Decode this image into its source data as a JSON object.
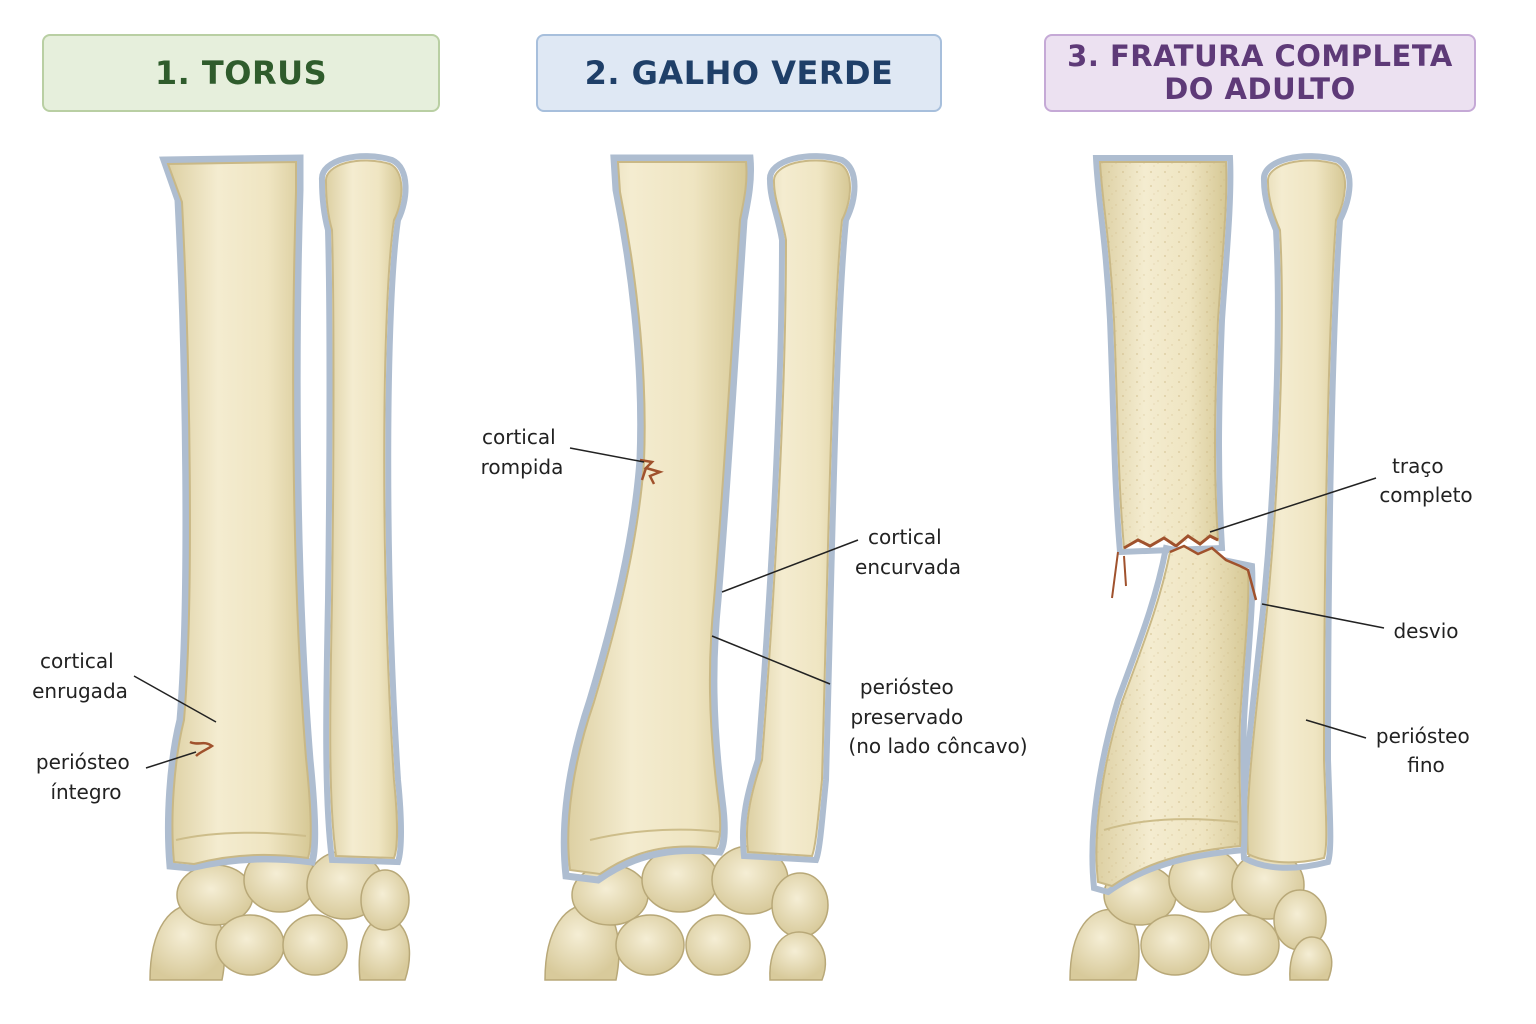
{
  "panels": [
    {
      "title": "1. TORUS",
      "color": "#2f5c2c",
      "labels": {
        "cortical_enrugada": [
          "cortical",
          "enrugada"
        ],
        "periosteo_integro": [
          "periósteo",
          "íntegro"
        ]
      }
    },
    {
      "title": "2. GALHO VERDE",
      "color": "#1f3f68",
      "labels": {
        "cortical_rompida": [
          "cortical",
          "rompida"
        ],
        "cortical_encurvada": [
          "cortical",
          "encurvada"
        ],
        "periosteo_preservado": [
          "periósteo",
          "preservado",
          "(no lado côncavo)"
        ]
      }
    },
    {
      "title_lines": [
        "3. FRATURA COMPLETA",
        "DO ADULTO"
      ],
      "color": "#5e3a78",
      "labels": {
        "traco_completo": [
          "traço",
          "completo"
        ],
        "desvio": [
          "desvio"
        ],
        "periosteo_fino": [
          "periósteo",
          "fino"
        ]
      }
    }
  ],
  "colors": {
    "bone": "#efe6c4",
    "bone_shadow": "#d9cb9c",
    "periosteum": "#b9c6d6",
    "fracture": "#a0522d",
    "leader": "#222222"
  }
}
